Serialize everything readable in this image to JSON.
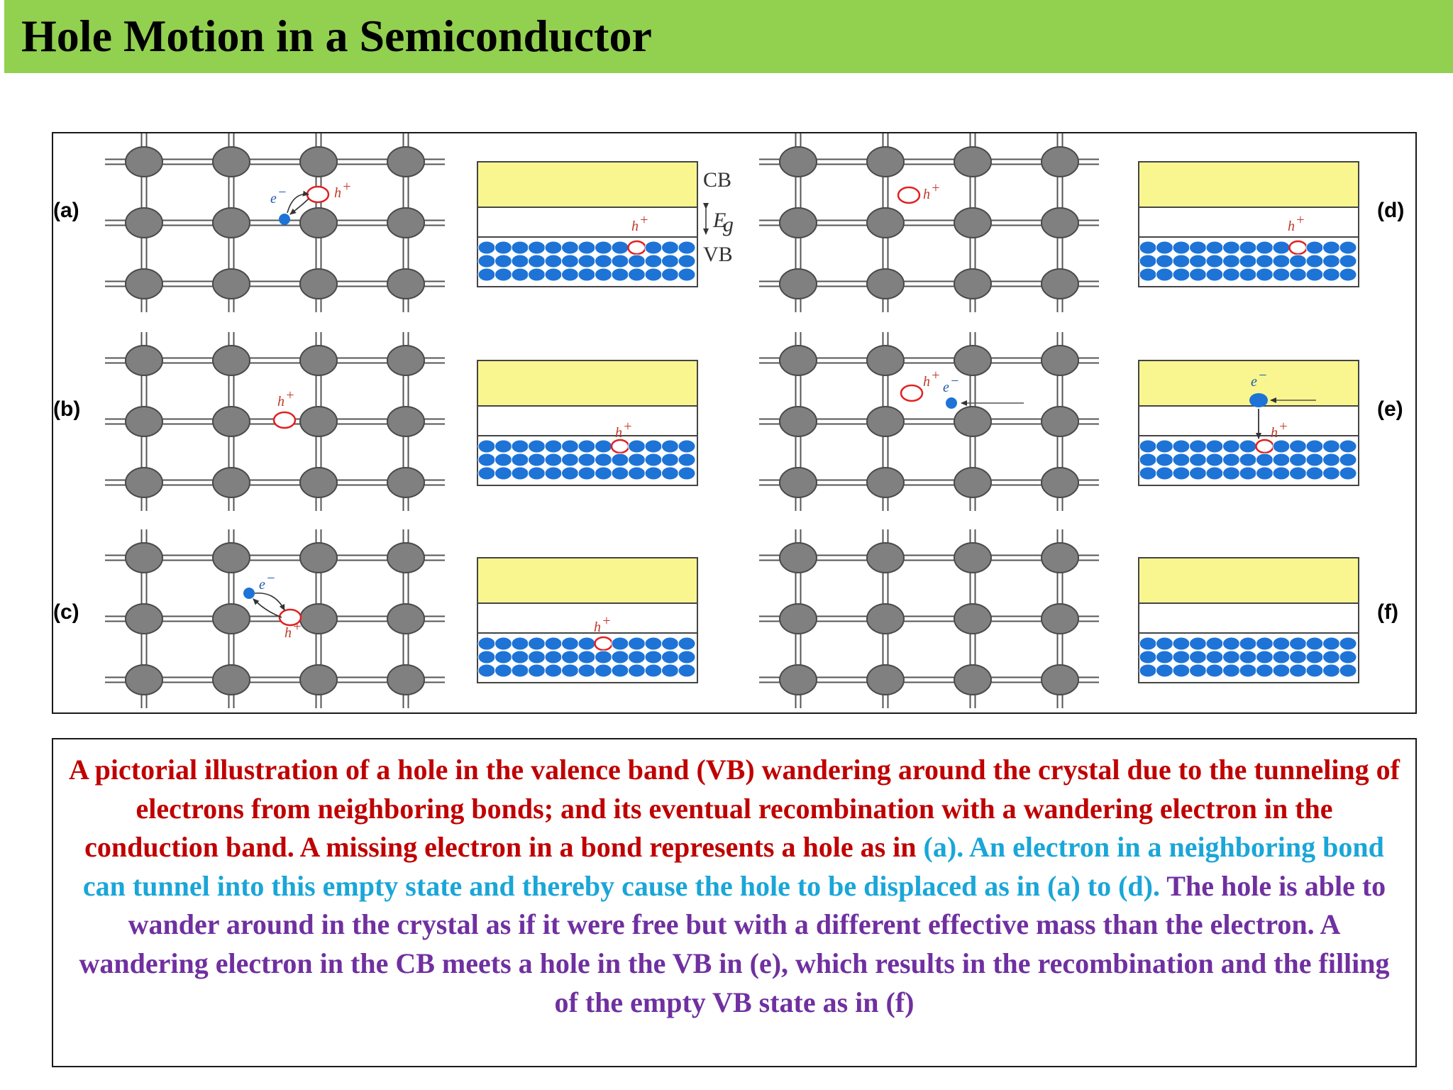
{
  "header": {
    "title": "Hole Motion in a Semiconductor"
  },
  "colors": {
    "title_bar": "#92d050",
    "atom": "#808080",
    "conduction_band": "#f9f690",
    "valence_electron": "#1e73d6",
    "hole": "#e02020",
    "caption_red": "#c00000",
    "caption_blue": "#1aa6d8",
    "caption_purple": "#7030a0"
  },
  "figure": {
    "panels": [
      {
        "label": "(a)",
        "hole_label": "h",
        "electron_label": "e"
      },
      {
        "label": "(b)",
        "hole_label": "h"
      },
      {
        "label": "(c)",
        "hole_label": "h",
        "electron_label": "e"
      },
      {
        "label": "(d)",
        "hole_label": "h"
      },
      {
        "label": "(e)",
        "hole_label": "h",
        "electron_label": "e"
      },
      {
        "label": "(f)"
      }
    ],
    "band_labels": {
      "cb": "CB",
      "eg": "E",
      "eg_sub": "g",
      "vb": "VB"
    },
    "charge_signs": {
      "hole": "+",
      "electron": "−"
    }
  },
  "caption": {
    "part_red": "A pictorial illustration of a hole in the valence band (VB) wandering around the crystal due to the tunneling of electrons from neighboring bonds; and its eventual recombination with a wandering electron in the conduction band. A missing electron in a bond represents a hole as in ",
    "part_blue": "(a). An electron in a neighboring bond can tunnel into this empty state and thereby cause the hole to be displaced as in (a) to (d).",
    "part_purple": " The hole is able to wander around in the crystal as if it were free but with a different effective mass than the electron. A wandering electron in the CB meets a hole in the VB in (e), which results in the recombination and the filling of the empty VB state as in (f)"
  }
}
